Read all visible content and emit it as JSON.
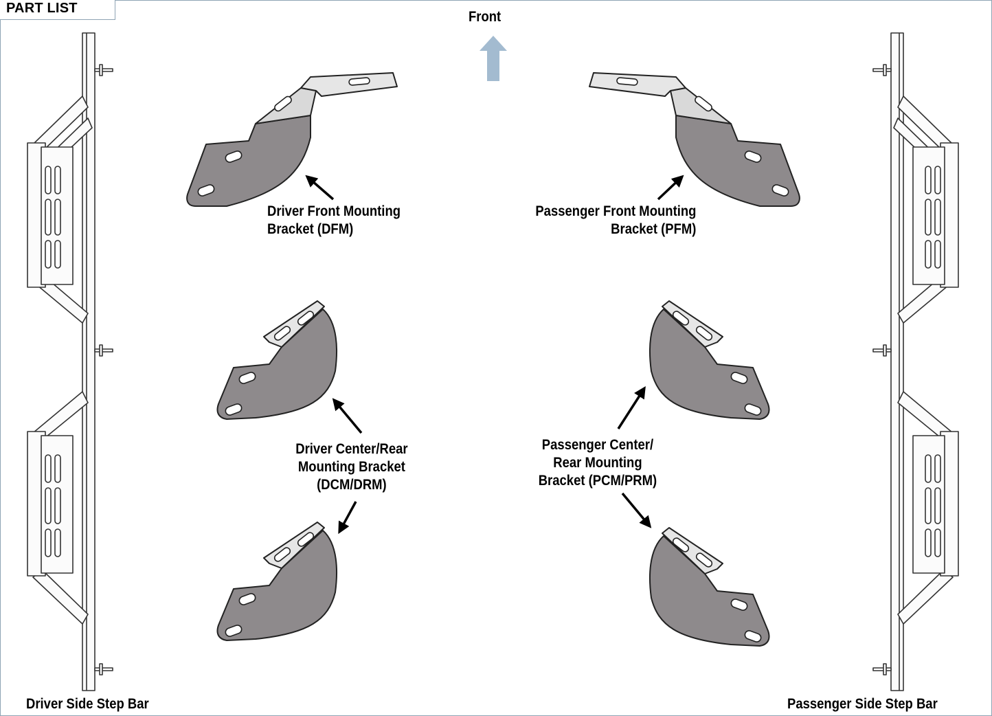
{
  "header": {
    "part_list": "PART LIST"
  },
  "orientation": {
    "front_label": "Front"
  },
  "parts": {
    "driver_step_bar": "Driver Side Step Bar",
    "passenger_step_bar": "Passenger Side Step Bar",
    "driver_front_bracket": {
      "line1": "Driver Front Mounting",
      "line2": "Bracket (DFM)"
    },
    "passenger_front_bracket": {
      "line1": "Passenger Front Mounting",
      "line2": "Bracket (PFM)"
    },
    "driver_center_rear_bracket": {
      "line1": "Driver Center/Rear",
      "line2": "Mounting Bracket",
      "line3": "(DCM/DRM)"
    },
    "passenger_center_rear_bracket": {
      "line1": "Passenger Center/",
      "line2": "Rear Mounting",
      "line3": "Bracket (PCM/PRM)"
    }
  },
  "colors": {
    "bracket_fill": "#8e8a8c",
    "frame_border": "#8ea3b3",
    "front_arrow": "#a3bbd0"
  }
}
